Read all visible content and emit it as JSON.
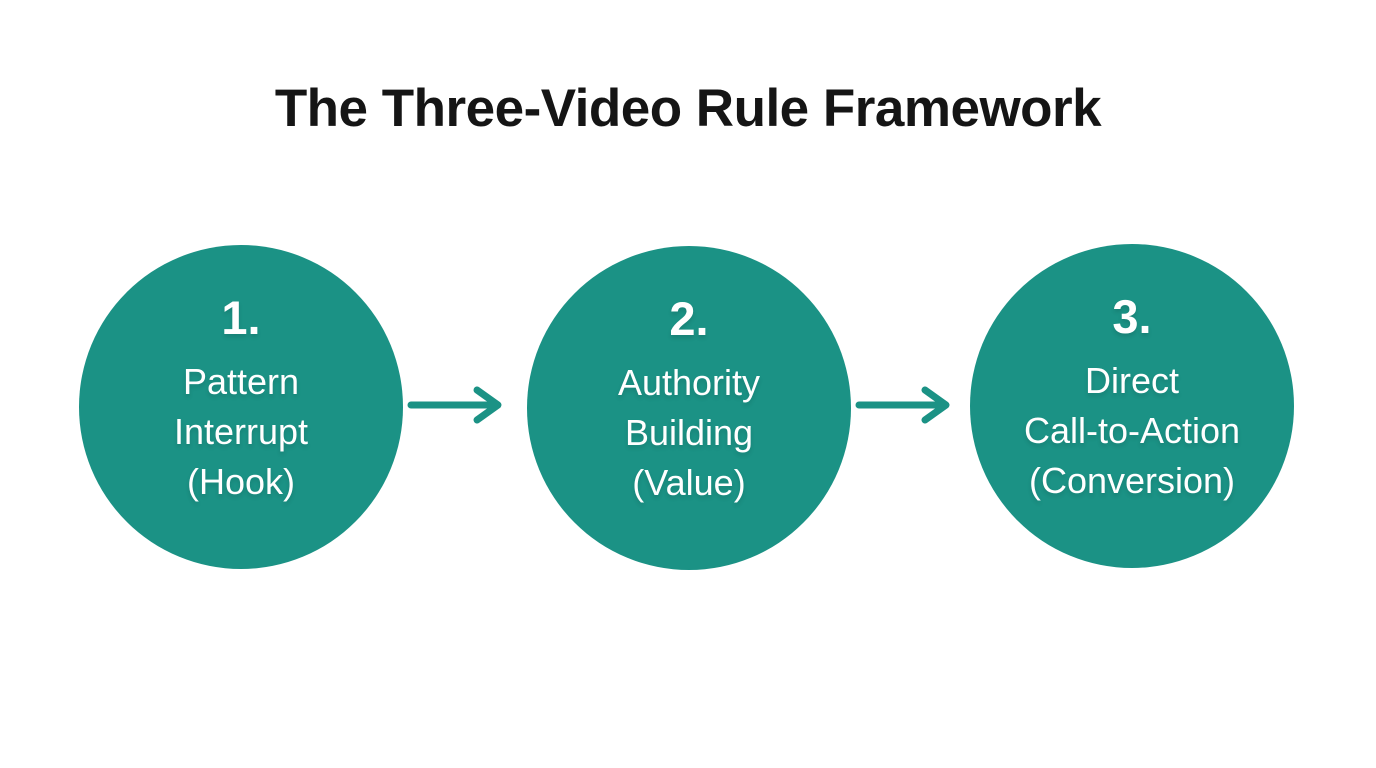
{
  "title": "The Three-Video Rule Framework",
  "colors": {
    "circle_fill": "#1b9285",
    "arrow_stroke": "#1b9285",
    "title_text": "#151515",
    "circle_text": "#ffffff",
    "background": "#ffffff"
  },
  "steps": [
    {
      "number": "1.",
      "lines": [
        "Pattern",
        "Interrupt",
        "(Hook)"
      ]
    },
    {
      "number": "2.",
      "lines": [
        "Authority",
        "Building",
        "(Value)"
      ]
    },
    {
      "number": "3.",
      "lines": [
        "Direct",
        "Call-to-Action",
        "(Conversion)"
      ]
    }
  ],
  "arrows": [
    {
      "name": "arrow-step1-to-step2",
      "direction": "right"
    },
    {
      "name": "arrow-step2-to-step3",
      "direction": "right"
    }
  ]
}
